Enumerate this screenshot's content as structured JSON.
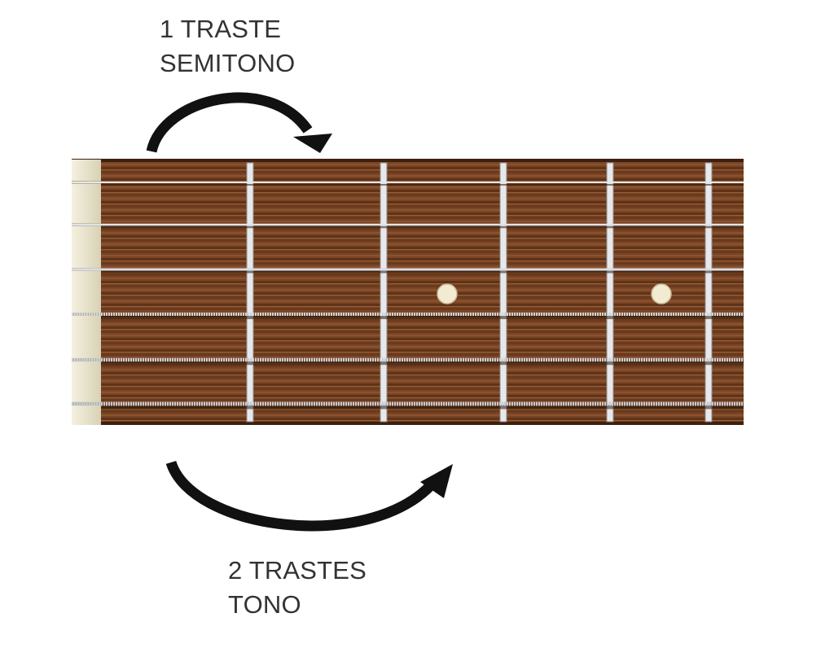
{
  "semitone_label": {
    "line1": "1 TRASTE",
    "line2": "SEMITONO"
  },
  "tone_label": {
    "line1": "2 TRASTES",
    "line2": "TONO"
  },
  "fretboard": {
    "string_count": 6,
    "fret_count": 5,
    "position_markers": [
      "fret-3",
      "fret-5"
    ],
    "colors": {
      "wood": "#7a4524",
      "wood_dark": "#5a2f15",
      "fret_wire": "#e8e8ea",
      "string": "#d9dde2",
      "nut": "#ece8d4",
      "marker": "#f3ead2"
    }
  },
  "arrows": {
    "semitone": "curved-arrow-over-one-fret",
    "tone": "curved-arrow-under-two-frets"
  }
}
